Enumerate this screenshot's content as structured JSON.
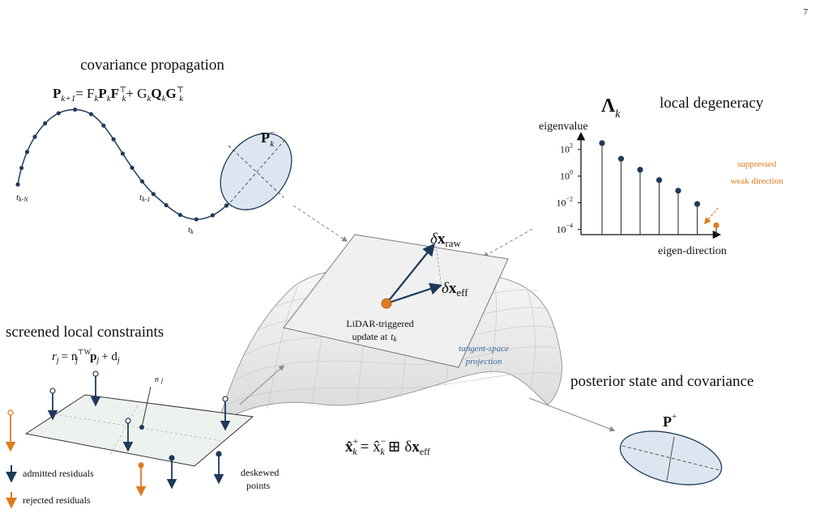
{
  "page_number": "7",
  "covariance": {
    "title": "covariance propagation",
    "eq_P": "P",
    "eq_sub": "k+1",
    "eq_rhs": "= F",
    "eq_rest": "P",
    "eq_rest2": "F",
    "eq_plus": "+ G",
    "eq_Q": "Q",
    "eq_G2": "G",
    "eq_k": "k",
    "eq_T": "⊤",
    "label_tkN": "t",
    "label_tkN_sub": "k-N",
    "label_tk1": "t",
    "label_tk1_sub": "k-1",
    "label_tk": "t",
    "label_tk_sub": "k",
    "prior_symbol": "P",
    "prior_sub": "k",
    "prior_sup": "−"
  },
  "degeneracy": {
    "lambda_symbol": "Λ",
    "lambda_sub": "k",
    "title": "local degeneracy",
    "ylabel": "eigenvalue",
    "xlabel": "eigen-direction",
    "suppressed_line1": "suppressed",
    "suppressed_line2": "weak direction"
  },
  "chart_data": {
    "type": "stem",
    "title": "local degeneracy",
    "xlabel": "eigen-direction",
    "ylabel": "eigenvalue",
    "yscale": "log",
    "ytick_labels": [
      "10",
      "10",
      "10",
      "10"
    ],
    "ytick_exponents": [
      "2",
      "0",
      "−2",
      "−4"
    ],
    "yticks": [
      100,
      1,
      0.01,
      0.0001
    ],
    "x": [
      1,
      2,
      3,
      4,
      5,
      6,
      7
    ],
    "values": [
      300,
      20,
      3,
      0.5,
      0.08,
      0.008,
      0.0002
    ],
    "colors": [
      "#1e3a5a",
      "#1e3a5a",
      "#1e3a5a",
      "#1e3a5a",
      "#1e3a5a",
      "#1e3a5a",
      "#e07a1f"
    ]
  },
  "center": {
    "dx_raw_delta": "δ",
    "dx_raw_x": "x",
    "dx_raw_sub": "raw",
    "dx_eff_delta": "δ",
    "dx_eff_x": "x",
    "dx_eff_sub": "eff",
    "update_line1": "LiDAR-triggered",
    "update_line2": "update at",
    "update_t": "t",
    "update_t_sub": "k",
    "projection_line1": "tangent-space",
    "projection_line2": "projection",
    "update_eq_x": "x̂",
    "update_eq_sup": "+",
    "update_eq_sub": "k",
    "update_eq_mid": "= x̂",
    "update_eq_sup2": "−",
    "update_eq_boxplus": "⊞ δ",
    "update_eq_xeff": "x",
    "update_eq_eff": "eff"
  },
  "constraints": {
    "title": "screened local constraints",
    "eq_r": "r",
    "eq_j": "j",
    "eq_eq": "= n",
    "eq_supW": "⊤W",
    "eq_p": "p",
    "eq_plus": "+ d",
    "normal_label": "n",
    "normal_sub": "j",
    "legend_admitted": "admitted residuals",
    "legend_rejected": "rejected residuals",
    "deskewed_line1": "deskewed",
    "deskewed_line2": "points"
  },
  "posterior": {
    "title": "posterior state and covariance",
    "symbol": "P",
    "sup": "+"
  },
  "colors": {
    "navy": "#1e3a5a",
    "orange": "#e07a1f",
    "ellipse_fill": "#dde6f0",
    "plane_fill": "#f2f2f2",
    "arrow_gray": "#8a8a8a",
    "proj_text": "#3a6a9a"
  }
}
